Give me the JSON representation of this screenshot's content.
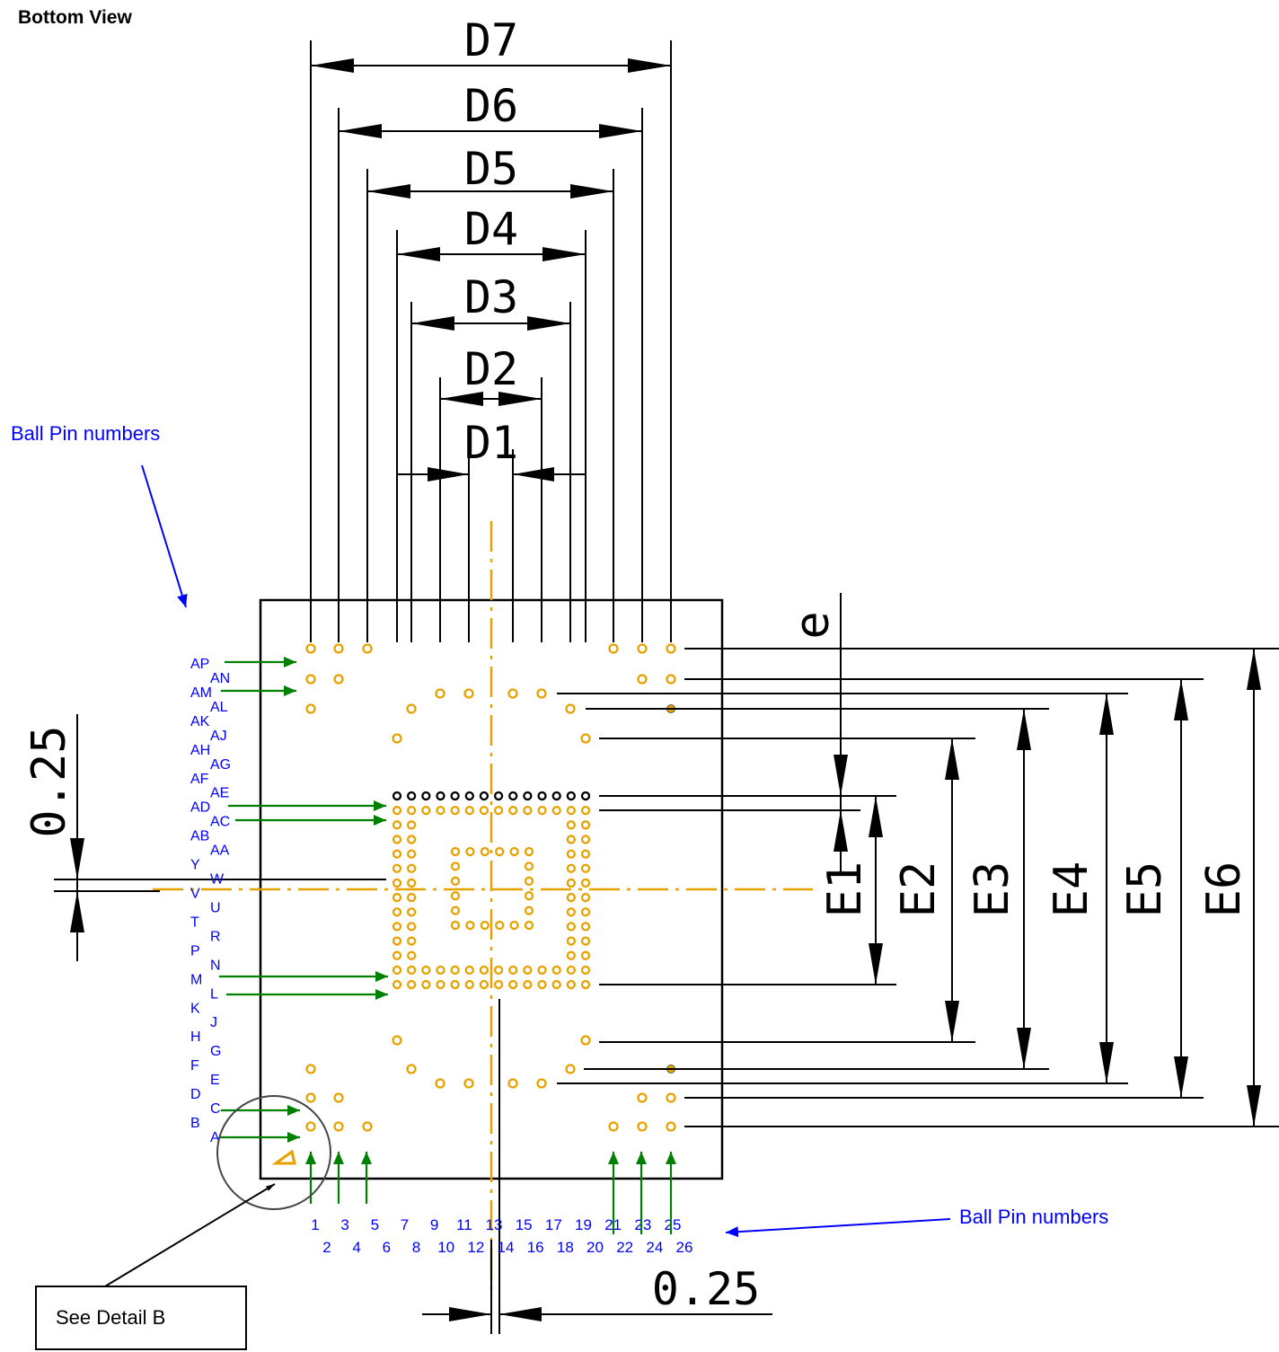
{
  "title": "Bottom View",
  "ball_pin_label_top": "Ball Pin numbers",
  "ball_pin_label_right": "Ball Pin numbers",
  "see_detail": "See Detail B",
  "dim_d": [
    "D7",
    "D6",
    "D5",
    "D4",
    "D3",
    "D2",
    "D1"
  ],
  "dim_e": [
    "e",
    "E1",
    "E2",
    "E3",
    "E4",
    "E5",
    "E6"
  ],
  "offset_left": "0.25",
  "offset_bottom": "0.25",
  "row_labels": [
    "AP",
    "AN",
    "AM",
    "AL",
    "AK",
    "AJ",
    "AH",
    "AG",
    "AF",
    "AE",
    "AD",
    "AC",
    "AB",
    "AA",
    "Y",
    "W",
    "V",
    "U",
    "T",
    "R",
    "P",
    "N",
    "M",
    "L",
    "K",
    "J",
    "H",
    "G",
    "F",
    "E",
    "D",
    "C",
    "B",
    "A"
  ],
  "col_labels_odd": [
    "1",
    "3",
    "5",
    "7",
    "9",
    "11",
    "13",
    "15",
    "17",
    "19",
    "21",
    "23",
    "25"
  ],
  "col_labels_even": [
    "2",
    "4",
    "6",
    "8",
    "10",
    "12",
    "14",
    "16",
    "18",
    "20",
    "22",
    "24",
    "26"
  ],
  "colors": {
    "ball": "#e8a200",
    "label": "#0000ff",
    "arrow": "#008000",
    "line": "#000000"
  }
}
